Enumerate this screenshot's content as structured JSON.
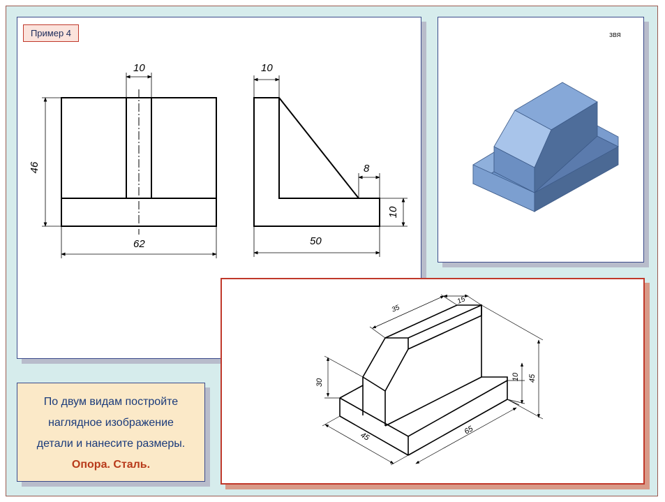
{
  "example": {
    "label": "Пример 4"
  },
  "model_panel": {
    "caption": "звя"
  },
  "views": {
    "front": {
      "dim_width": "10",
      "dim_height": "46",
      "dim_total": "62"
    },
    "side": {
      "dim_top": "10",
      "dim_slope": "8",
      "dim_base": "10",
      "dim_total": "50"
    }
  },
  "isometric": {
    "dims": [
      "35",
      "15",
      "30",
      "10",
      "45",
      "45",
      "65"
    ]
  },
  "task": {
    "line1": "По двум видам постройте",
    "line2": "наглядное изображение",
    "line3": "детали и нанесите размеры.",
    "line4": "Опора. Сталь."
  },
  "colors": {
    "accent_red": "#c0382a",
    "navy": "#3a4a8a",
    "model_blue": "#6a8fc4"
  }
}
